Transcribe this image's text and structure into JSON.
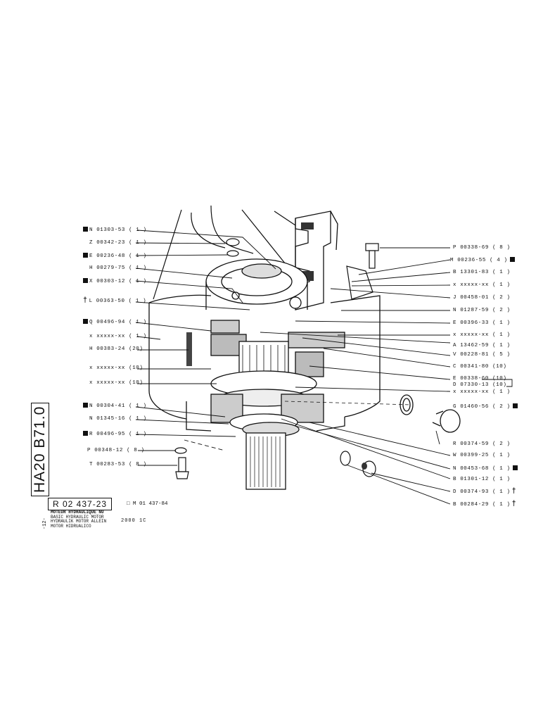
{
  "side_code": "HA20 B71.0",
  "side_small": "-12-",
  "reference": "R 02 437-23",
  "reference_sub": "□ M 01 437-84",
  "titles": [
    "MOTEUR HYDRAULIQUE NU",
    "BASIC HYDRAULIC MOTOR",
    "HYDRAULIK MOTOR ALLEIN",
    "MOTOR HIDRUALICO"
  ],
  "model": "2000 1C",
  "left_labels": [
    {
      "text": "N 01303-53 ( 1 )",
      "marker": "square"
    },
    {
      "text": "Z 00342-23 ( 1 )",
      "marker": ""
    },
    {
      "text": "E 00236-48 ( 1 )",
      "marker": "square"
    },
    {
      "text": "H 00279-75 ( 1 )",
      "marker": ""
    },
    {
      "text": "X 00303-12 ( 1 )",
      "marker": "square"
    },
    {
      "text": "L 00363-50 ( 1 )",
      "marker": "dagger"
    },
    {
      "text": "Q 00496-94 ( 1 )",
      "marker": "square"
    },
    {
      "text": "x xxxxx-xx ( 1 )",
      "marker": ""
    },
    {
      "text": "H 00383-24 (20)",
      "marker": ""
    },
    {
      "text": "x xxxxx-xx (10)",
      "marker": ""
    },
    {
      "text": "x xxxxx-xx (10)",
      "marker": ""
    },
    {
      "text": "N 00304-41 ( 1 )",
      "marker": "square"
    },
    {
      "text": "N 01345-16 ( 1 )",
      "marker": ""
    },
    {
      "text": "R 00496-95 ( 1 )",
      "marker": "square"
    },
    {
      "text": "P 00348-12 ( 8 )",
      "marker": ""
    },
    {
      "text": "T 00283-53 ( 8 )",
      "marker": ""
    }
  ],
  "right_labels": [
    {
      "text": "P 00338-69 ( 8 )",
      "marker": ""
    },
    {
      "text": "M 00236-55 ( 4 )",
      "marker": "square"
    },
    {
      "text": "B 13301-83 ( 1 )",
      "marker": ""
    },
    {
      "text": "x xxxxx-xx ( 1 )",
      "marker": ""
    },
    {
      "text": "J 00458-01 ( 2 )",
      "marker": ""
    },
    {
      "text": "N 01287-59 ( 2 )",
      "marker": ""
    },
    {
      "text": "E 00396-33 ( 1 )",
      "marker": ""
    },
    {
      "text": "x xxxxx-xx ( 1 )",
      "marker": ""
    },
    {
      "text": "A 13462-59 ( 1 )",
      "marker": ""
    },
    {
      "text": "V 00228-81 ( 5 )",
      "marker": ""
    },
    {
      "text": "C 00341-80 (10)",
      "marker": ""
    },
    {
      "text": "E 00338-60 (10)",
      "marker": ""
    },
    {
      "text": "D 07330-13 (10)",
      "marker": ""
    },
    {
      "text": "x xxxxx-xx ( 1 )",
      "marker": ""
    },
    {
      "text": "G 01460-56 ( 2 )",
      "marker": "square"
    },
    {
      "text": "R 00374-59 ( 2 )",
      "marker": ""
    },
    {
      "text": "W 00399-25 ( 1 )",
      "marker": ""
    },
    {
      "text": "N 00453-68 ( 1 )",
      "marker": "square"
    },
    {
      "text": "B 01301-12 ( 1 )",
      "marker": ""
    },
    {
      "text": "D 00374-93 ( 1 )",
      "marker": "dagger"
    },
    {
      "text": "B 00284-29 ( 1 )",
      "marker": "dagger"
    }
  ]
}
